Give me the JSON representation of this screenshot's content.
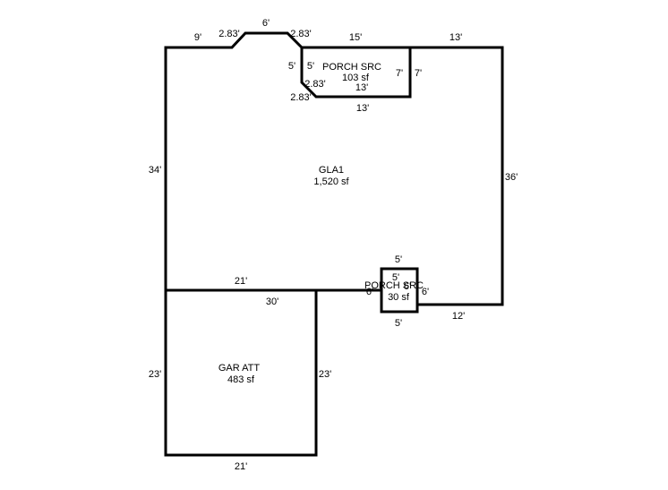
{
  "areas": {
    "gla": {
      "name": "GLA1",
      "size": "1,520 sf"
    },
    "porch_top": {
      "name": "PORCH SRC",
      "size": "103 sf"
    },
    "porch_small": {
      "name": "PORCH SRC",
      "size": "30 sf"
    },
    "garage": {
      "name": "GAR ATT",
      "size": "483 sf"
    }
  },
  "dimensions": {
    "gla_top_left": "9'",
    "gla_bay_left_diag": "2.83'",
    "gla_bay_top": "6'",
    "gla_bay_right_diag": "2.83'",
    "gla_top_porch": "15'",
    "gla_top_right": "13'",
    "gla_left": "34'",
    "gla_right": "36'",
    "gla_bottom_left": "21'",
    "gla_bottom_right": "12'",
    "gla_porch_left": "5'",
    "gla_porch_diag": "2.83'",
    "gla_porch_bottom": "13'",
    "porch_top_left": "5'",
    "porch_top_right": "7'",
    "porch_top_right_outer": "7'",
    "porch_top_diag": "2.83'",
    "porch_top_bottom": "13'",
    "porch_small_top_outer": "5'",
    "porch_small_top_inner": "5'",
    "porch_small_left": "6'",
    "porch_small_right": "6'",
    "porch_small_right_inner": "6'",
    "porch_small_bottom": "5'",
    "garage_top": "21'",
    "garage_top_inner": "30'",
    "garage_left": "23'",
    "garage_right": "23'",
    "garage_bottom": "21'"
  }
}
